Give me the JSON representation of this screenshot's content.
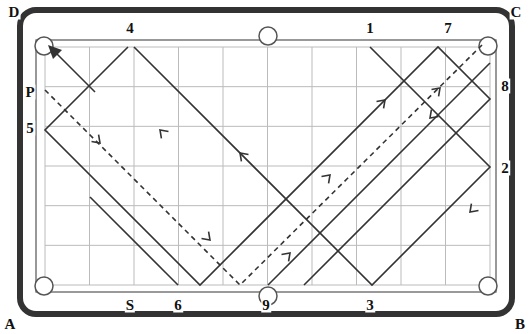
{
  "diagram": {
    "labels": [
      "D",
      "C",
      "4",
      "1",
      "7",
      "P",
      "8",
      "5",
      "2",
      "A",
      "S",
      "6",
      "9",
      "3",
      "B"
    ]
  }
}
